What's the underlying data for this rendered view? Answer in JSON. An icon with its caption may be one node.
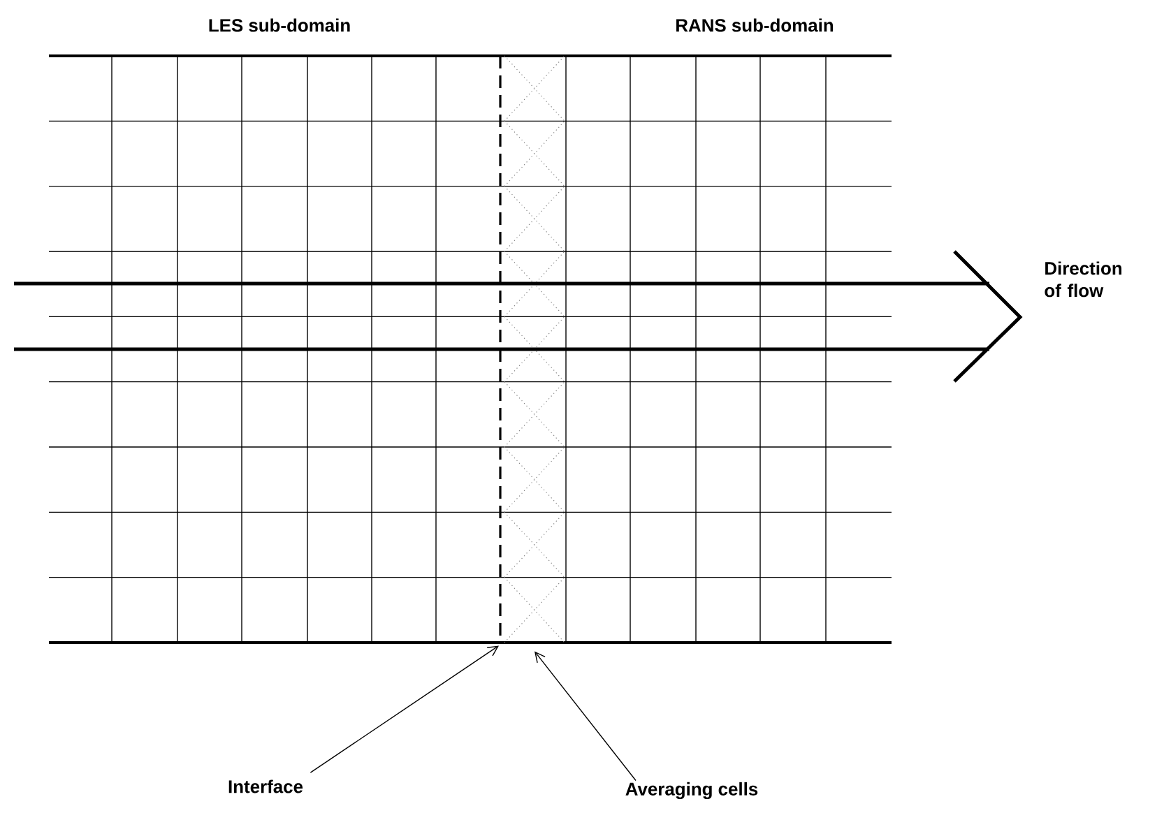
{
  "diagram": {
    "nodes": [
      {
        "text": [
          "Interface"
        ]
      },
      {
        "text": [
          "Averaging cells"
        ]
      },
      {
        "text": [],
        "shape": "line"
      },
      {
        "text": [],
        "shape": "box"
      }
    ],
    "edges": [
      {
        "from": 0,
        "to": 2,
        "arrow": "to"
      },
      {
        "from": 1,
        "to": 3,
        "arrow": "to"
      }
    ],
    "labels": [
      "LES sub-domain",
      "RANS sub-domain",
      "Direction of flow"
    ]
  }
}
